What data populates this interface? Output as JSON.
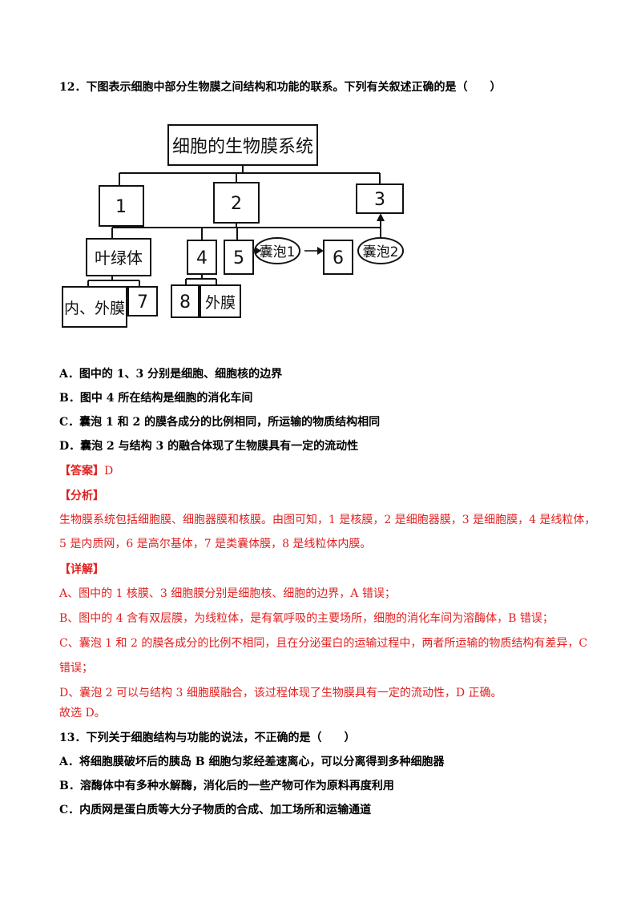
{
  "q12": {
    "stem": "12．下图表示细胞中部分生物膜之间结构和功能的联系。下列有关叙述正确的是（　　）",
    "options": [
      "A．图中的 1、3 分别是细胞、细胞核的边界",
      "B．图中 4 所在结构是细胞的消化车间",
      "C．囊泡 1 和 2 的膜各成分的比例相同，所运输的物质结构相同",
      "D．囊泡 2 与结构 3 的融合体现了生物膜具有一定的流动性"
    ],
    "answer_label": "【答案】",
    "answer_value": "D",
    "analysis_label": "【分析】",
    "analysis_lines": [
      "生物膜系统包括细胞膜、细胞器膜和核膜。由图可知，1 是核膜，2 是细胞器膜，3 是细胞膜，4 是线粒体，",
      "5 是内质网，6 是高尔基体，7 是类囊体膜，8 是线粒体内膜。"
    ],
    "detail_label": "【详解】",
    "detail_lines": [
      "A、图中的 1 核膜、3 细胞膜分别是细胞核、细胞的边界，A 错误；",
      "B、图中的 4 含有双层膜，为线粒体，是有氧呼吸的主要场所，细胞的消化车间为溶酶体，B 错误；",
      "C、囊泡 1 和 2 的膜各成分的比例不相同，且在分泌蛋白的运输过程中，两者所运输的物质结构有差异，C",
      "错误；",
      "D、囊泡 2 可以与结构 3 细胞膜融合，该过程体现了生物膜具有一定的流动性，D 正确。"
    ],
    "conclusion": "故选 D。"
  },
  "diagram": {
    "root": "细胞的生物膜系统",
    "n1": "1",
    "n2": "2",
    "n3": "3",
    "chloroplast": "叶绿体",
    "n4": "4",
    "n5": "5",
    "vesicle1": "囊泡1",
    "n6": "6",
    "vesicle2": "囊泡2",
    "inner_outer": "内、外膜",
    "n7": "7",
    "n8": "8",
    "outer": "外膜"
  },
  "q13": {
    "stem": "13．下列关于细胞结构与功能的说法，不正确的是（　　）",
    "options": [
      "A．将细胞膜破坏后的胰岛 B 细胞匀浆经差速离心，可以分离得到多种细胞器",
      "B．溶酶体中有多种水解酶，消化后的一些产物可作为原料再度利用",
      "C．内质网是蛋白质等大分子物质的合成、加工场所和运输通道"
    ]
  }
}
